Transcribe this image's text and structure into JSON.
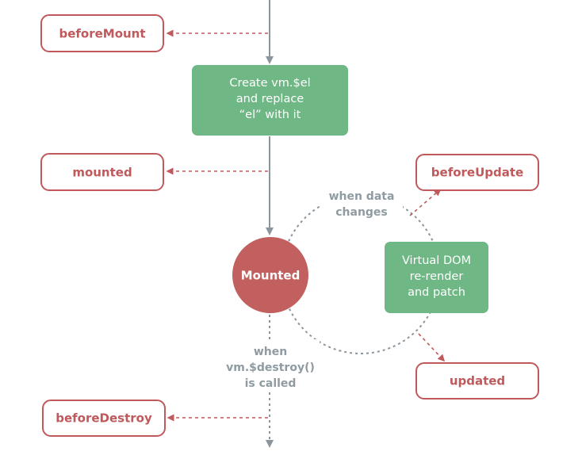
{
  "colors": {
    "hook_border": "#c0595c",
    "hook_text": "#c0595c",
    "hook_arrow": "#c0595c",
    "step_fill": "#6fb784",
    "state_fill": "#c1605f",
    "flow_line": "#8a959d",
    "note_text": "#8f9ba2"
  },
  "hooks": {
    "before_mount": "beforeMount",
    "mounted": "mounted",
    "before_update": "beforeUpdate",
    "updated": "updated",
    "before_destroy": "beforeDestroy"
  },
  "steps": {
    "create_el": [
      "Create vm.$el",
      "and replace",
      "“el” with it"
    ],
    "virtual_dom": [
      "Virtual DOM",
      "re-render",
      "and patch"
    ]
  },
  "state": {
    "mounted": "Mounted"
  },
  "notes": {
    "data_changes": [
      "when data",
      "changes"
    ],
    "destroy_called": [
      "when",
      "vm.$destroy()",
      "is called"
    ]
  }
}
